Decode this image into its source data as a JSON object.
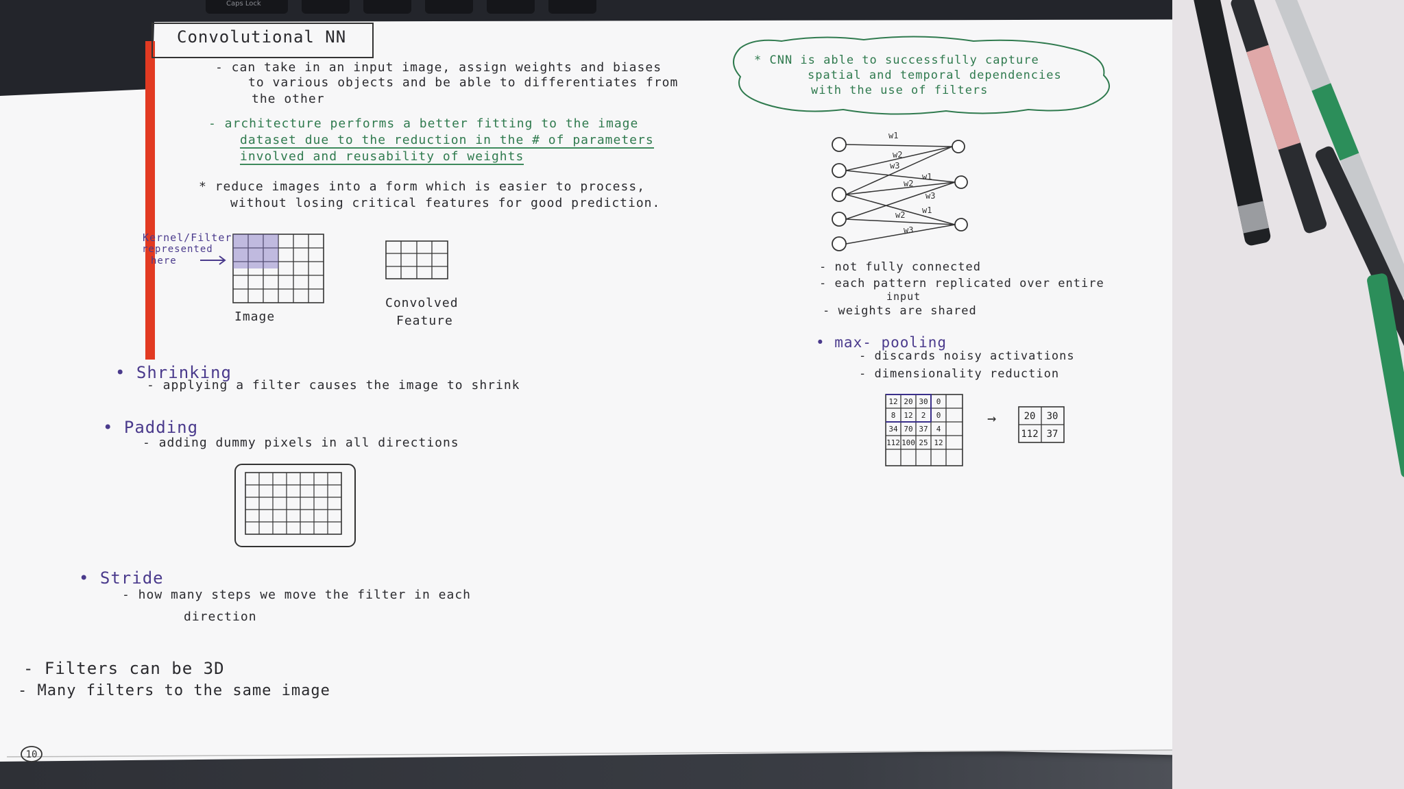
{
  "keyboard": {
    "caps_label": "Caps Lock"
  },
  "notes": {
    "title": "Convolutional NN",
    "intro": [
      "- can take in an input image, assign weights and biases",
      "to various objects and be able to differentiates from",
      "the other"
    ],
    "architecture": [
      "- architecture performs a better fitting to the image",
      "dataset due to the reduction in the # of parameters",
      "involved and reusability of weights"
    ],
    "reduce": [
      "* reduce images into a form which is easier to process,",
      "without losing critical features for good prediction."
    ],
    "kernel_label": [
      "Kernel/Filter",
      "represented",
      "here"
    ],
    "image_label": "Image",
    "convolved_label": [
      "Convolved",
      "Feature"
    ],
    "shrinking": {
      "title": "• Shrinking",
      "desc": "- applying a filter causes the image to shrink"
    },
    "padding": {
      "title": "• Padding",
      "desc": "- adding dummy pixels in all directions"
    },
    "stride": {
      "title": "• Stride",
      "desc": [
        "- how many steps we move the filter in each",
        "direction"
      ]
    },
    "filters": [
      "- Filters can be 3D",
      "- Many filters to the same image"
    ],
    "page_number": "10",
    "cloud": [
      "* CNN is able to successfully capture",
      "spatial and temporal dependencies",
      "with the use of filters"
    ],
    "network_weights": [
      "w1",
      "w2",
      "w3",
      "w1",
      "w2",
      "w3",
      "w1",
      "w2",
      "w3"
    ],
    "network_notes": [
      "- not fully connected",
      "- each pattern replicated over entire",
      "input",
      "- weights are shared"
    ],
    "max_pooling": {
      "title": "• max- pooling",
      "items": [
        "- discards noisy activations",
        "- dimensionality reduction"
      ],
      "input_grid": [
        [
          "12",
          "20",
          "30",
          "0",
          ""
        ],
        [
          "8",
          "12",
          "2",
          "0",
          ""
        ],
        [
          "34",
          "70",
          "37",
          "4",
          ""
        ],
        [
          "112",
          "100",
          "25",
          "12",
          ""
        ]
      ],
      "arrow": "→",
      "output_grid": [
        [
          "20",
          "30"
        ],
        [
          "112",
          "37"
        ]
      ]
    }
  }
}
